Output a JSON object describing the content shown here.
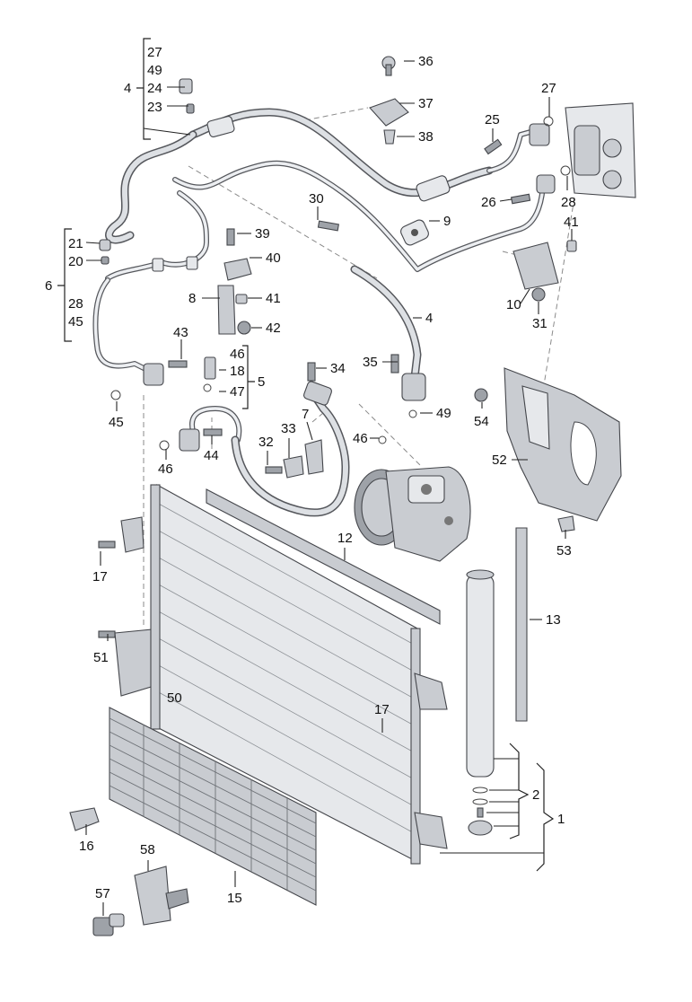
{
  "callouts": [
    {
      "id": "c27a",
      "text": "27"
    },
    {
      "id": "c49a",
      "text": "49"
    },
    {
      "id": "c4a",
      "text": "4"
    },
    {
      "id": "c24",
      "text": "24"
    },
    {
      "id": "c23",
      "text": "23"
    },
    {
      "id": "c36",
      "text": "36"
    },
    {
      "id": "c37",
      "text": "37"
    },
    {
      "id": "c38",
      "text": "38"
    },
    {
      "id": "c27b",
      "text": "27"
    },
    {
      "id": "c25",
      "text": "25"
    },
    {
      "id": "c26",
      "text": "26"
    },
    {
      "id": "c28a",
      "text": "28"
    },
    {
      "id": "c30",
      "text": "30"
    },
    {
      "id": "c9",
      "text": "9"
    },
    {
      "id": "c41a",
      "text": "41"
    },
    {
      "id": "c21",
      "text": "21"
    },
    {
      "id": "c20",
      "text": "20"
    },
    {
      "id": "c6",
      "text": "6"
    },
    {
      "id": "c28b",
      "text": "28"
    },
    {
      "id": "c45a",
      "text": "45"
    },
    {
      "id": "c39",
      "text": "39"
    },
    {
      "id": "c40",
      "text": "40"
    },
    {
      "id": "c8",
      "text": "8"
    },
    {
      "id": "c41b",
      "text": "41"
    },
    {
      "id": "c42",
      "text": "42"
    },
    {
      "id": "c10",
      "text": "10"
    },
    {
      "id": "c31",
      "text": "31"
    },
    {
      "id": "c4b",
      "text": "4"
    },
    {
      "id": "c43",
      "text": "43"
    },
    {
      "id": "c46a",
      "text": "46"
    },
    {
      "id": "c18",
      "text": "18"
    },
    {
      "id": "c47",
      "text": "47"
    },
    {
      "id": "c5",
      "text": "5"
    },
    {
      "id": "c34",
      "text": "34"
    },
    {
      "id": "c35",
      "text": "35"
    },
    {
      "id": "c49b",
      "text": "49"
    },
    {
      "id": "c45b",
      "text": "45"
    },
    {
      "id": "c7",
      "text": "7"
    },
    {
      "id": "c33",
      "text": "33"
    },
    {
      "id": "c32",
      "text": "32"
    },
    {
      "id": "c46b",
      "text": "46"
    },
    {
      "id": "c44",
      "text": "44"
    },
    {
      "id": "c46c",
      "text": "46"
    },
    {
      "id": "c54",
      "text": "54"
    },
    {
      "id": "c52",
      "text": "52"
    },
    {
      "id": "c53",
      "text": "53"
    },
    {
      "id": "c12",
      "text": "12"
    },
    {
      "id": "c13",
      "text": "13"
    },
    {
      "id": "c17a",
      "text": "17"
    },
    {
      "id": "c51",
      "text": "51"
    },
    {
      "id": "c50",
      "text": "50"
    },
    {
      "id": "c17b",
      "text": "17"
    },
    {
      "id": "c2",
      "text": "2"
    },
    {
      "id": "c1",
      "text": "1"
    },
    {
      "id": "c16",
      "text": "16"
    },
    {
      "id": "c58",
      "text": "58"
    },
    {
      "id": "c15",
      "text": "15"
    },
    {
      "id": "c57",
      "text": "57"
    }
  ]
}
